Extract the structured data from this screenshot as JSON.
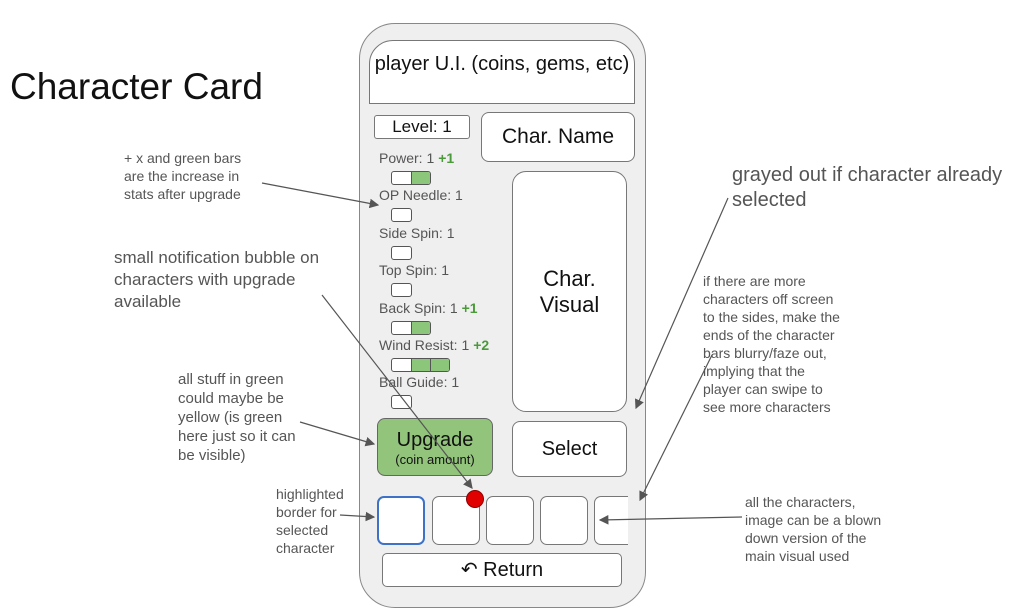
{
  "title": "Character Card",
  "annotations": {
    "stat_increase": "+ x and green bars are the increase in stats after upgrade",
    "notification": "small notification bubble on characters with upgrade available",
    "green_color": "all stuff in green could maybe be yellow (is green here just so it can be visible)",
    "highlight": "highlighted border for selected character",
    "grayed_out": "grayed out if character already selected",
    "scroll": "if there are more characters off screen to the sides, make the ends of the character bars blurry/faze out, implying that the player can swipe to see more characters",
    "all_characters": "all the characters, image can be a blown down version of the main visual used"
  },
  "phone": {
    "header": "player U.I. (coins, gems, etc)",
    "level": "Level: 1",
    "char_name": "Char. Name",
    "char_visual": "Char. Visual",
    "stats": [
      {
        "name": "Power: 1",
        "bonus": "+1",
        "filled": 1,
        "bonus_bars": 1
      },
      {
        "name": "OP Needle: 1",
        "bonus": "",
        "filled": 1,
        "bonus_bars": 0
      },
      {
        "name": "Side Spin: 1",
        "bonus": "",
        "filled": 1,
        "bonus_bars": 0
      },
      {
        "name": "Top Spin: 1",
        "bonus": "",
        "filled": 1,
        "bonus_bars": 0
      },
      {
        "name": "Back Spin: 1",
        "bonus": "+1",
        "filled": 1,
        "bonus_bars": 1
      },
      {
        "name": "Wind Resist: 1",
        "bonus": "+2",
        "filled": 1,
        "bonus_bars": 2
      },
      {
        "name": "Ball Guide: 1",
        "bonus": "",
        "filled": 1,
        "bonus_bars": 0
      }
    ],
    "upgrade_label": "Upgrade",
    "upgrade_sub": "(coin amount)",
    "select_label": "Select",
    "return_label": "↶ Return",
    "selected_color": "#3d72c8",
    "upgrade_color": "#92c47c",
    "bubble_color": "#e00000"
  }
}
